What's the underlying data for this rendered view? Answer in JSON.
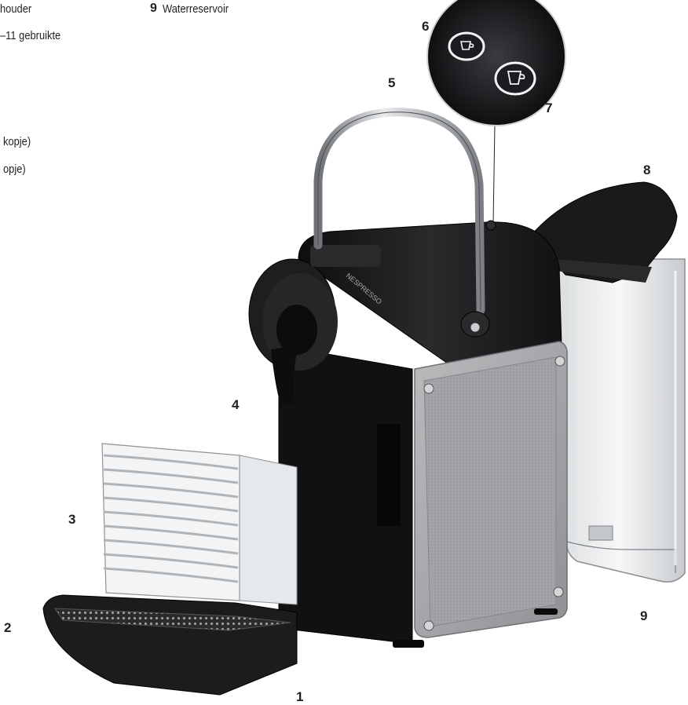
{
  "legend": {
    "line1": "houder",
    "line2": "–11 gebruikte",
    "line3": "kopje)",
    "line4": "opje)",
    "item9_num": "9",
    "item9_label": "Waterreservoir"
  },
  "callouts": {
    "c1": "1",
    "c2": "2",
    "c3": "3",
    "c4": "4",
    "c5": "5",
    "c6": "6",
    "c7": "7",
    "c8": "8",
    "c9": "9"
  },
  "machine": {
    "brand": "NESPRESSO"
  },
  "icons": [
    "espresso-cup-icon",
    "lungo-cup-icon"
  ],
  "colors": {
    "body": "#1c1c1e",
    "panel": "#a7a9ab",
    "chrome": "#c9ccd0",
    "tank": "#eef0f1",
    "text": "#231f20"
  }
}
